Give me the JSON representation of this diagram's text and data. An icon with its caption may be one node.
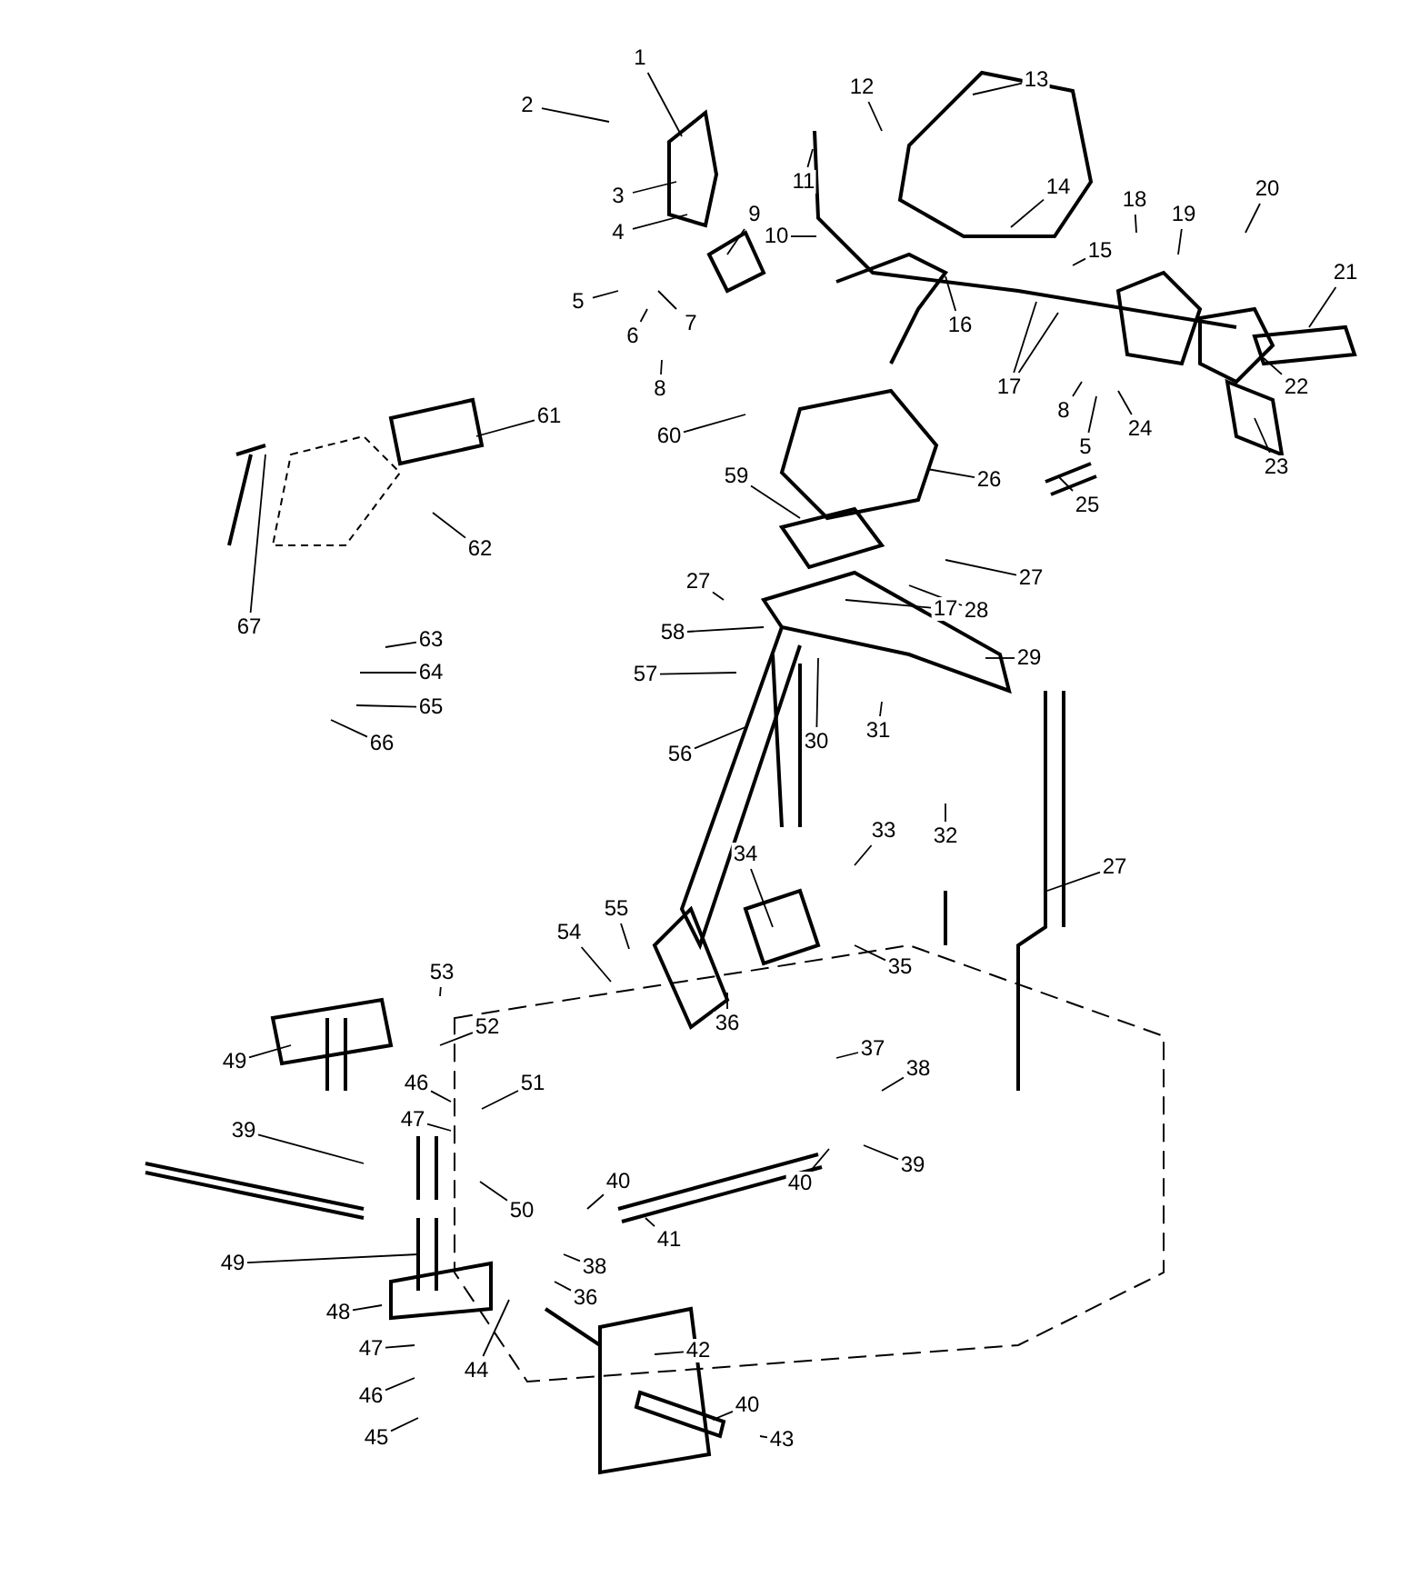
{
  "diagram": {
    "nodes": [
      {
        "text": [
          "1"
        ]
      },
      {
        "text": [
          "2"
        ]
      },
      {
        "text": [
          "13"
        ]
      },
      {
        "text": [
          "12"
        ]
      },
      {
        "text": [
          "11"
        ]
      },
      {
        "text": [
          "3"
        ]
      },
      {
        "text": [
          "20"
        ]
      },
      {
        "text": [
          "14"
        ]
      },
      {
        "text": [
          "18"
        ]
      },
      {
        "text": [
          "19"
        ]
      },
      {
        "text": [
          "9"
        ]
      },
      {
        "text": [
          "4"
        ]
      },
      {
        "text": [
          "10"
        ]
      },
      {
        "text": [
          "15"
        ]
      },
      {
        "text": [
          "21"
        ]
      },
      {
        "text": [
          "5"
        ]
      },
      {
        "text": [
          "7"
        ]
      },
      {
        "text": [
          "16"
        ]
      },
      {
        "text": [
          "6"
        ]
      },
      {
        "text": [
          "17"
        ]
      },
      {
        "text": [
          "8"
        ]
      },
      {
        "text": [
          "22"
        ]
      },
      {
        "text": [
          "8"
        ]
      },
      {
        "text": [
          "61"
        ]
      },
      {
        "text": [
          "60"
        ]
      },
      {
        "text": [
          "24"
        ]
      },
      {
        "text": [
          "5"
        ]
      },
      {
        "text": [
          "23"
        ]
      },
      {
        "text": [
          "26"
        ]
      },
      {
        "text": [
          "59"
        ]
      },
      {
        "text": [
          "25"
        ]
      },
      {
        "text": [
          "62"
        ]
      },
      {
        "text": [
          "27"
        ]
      },
      {
        "text": [
          "27"
        ]
      },
      {
        "text": [
          "28"
        ]
      },
      {
        "text": [
          "17"
        ]
      },
      {
        "text": [
          "67"
        ]
      },
      {
        "text": [
          "58"
        ]
      },
      {
        "text": [
          "63"
        ]
      },
      {
        "text": [
          "29"
        ]
      },
      {
        "text": [
          "64"
        ]
      },
      {
        "text": [
          "57"
        ]
      },
      {
        "text": [
          "65"
        ]
      },
      {
        "text": [
          "31"
        ]
      },
      {
        "text": [
          "30"
        ]
      },
      {
        "text": [
          "66"
        ]
      },
      {
        "text": [
          "56"
        ]
      },
      {
        "text": [
          "33"
        ]
      },
      {
        "text": [
          "32"
        ]
      },
      {
        "text": [
          "34"
        ]
      },
      {
        "text": [
          "27"
        ]
      },
      {
        "text": [
          "55"
        ]
      },
      {
        "text": [
          "54"
        ]
      },
      {
        "text": [
          "35"
        ]
      },
      {
        "text": [
          "53"
        ]
      },
      {
        "text": [
          "36"
        ]
      },
      {
        "text": [
          "52"
        ]
      },
      {
        "text": [
          "37"
        ]
      },
      {
        "text": [
          "49"
        ]
      },
      {
        "text": [
          "38"
        ]
      },
      {
        "text": [
          "46"
        ]
      },
      {
        "text": [
          "51"
        ]
      },
      {
        "text": [
          "47"
        ]
      },
      {
        "text": [
          "39"
        ]
      },
      {
        "text": [
          "39"
        ]
      },
      {
        "text": [
          "40"
        ]
      },
      {
        "text": [
          "40"
        ]
      },
      {
        "text": [
          "50"
        ]
      },
      {
        "text": [
          "41"
        ]
      },
      {
        "text": [
          "49"
        ]
      },
      {
        "text": [
          "38"
        ]
      },
      {
        "text": [
          "36"
        ]
      },
      {
        "text": [
          "48"
        ]
      },
      {
        "text": [
          "47"
        ]
      },
      {
        "text": [
          "42"
        ]
      },
      {
        "text": [
          "44"
        ]
      },
      {
        "text": [
          "46"
        ]
      },
      {
        "text": [
          "40"
        ]
      },
      {
        "text": [
          "45"
        ]
      },
      {
        "text": [
          "43"
        ]
      }
    ],
    "edges": [
      {
        "from": 0,
        "to": null,
        "arrow": "none"
      },
      {
        "from": 1,
        "to": null,
        "arrow": "none"
      },
      {
        "from": 2,
        "to": null,
        "arrow": "none"
      },
      {
        "from": 3,
        "to": null,
        "arrow": "none"
      },
      {
        "from": 4,
        "to": null,
        "arrow": "none"
      },
      {
        "from": 5,
        "to": null,
        "arrow": "none"
      },
      {
        "from": 6,
        "to": null,
        "arrow": "none"
      },
      {
        "from": 7,
        "to": null,
        "arrow": "none"
      },
      {
        "from": 8,
        "to": null,
        "arrow": "none"
      },
      {
        "from": 9,
        "to": null,
        "arrow": "none"
      },
      {
        "from": 10,
        "to": null,
        "arrow": "none"
      },
      {
        "from": 11,
        "to": null,
        "arrow": "none"
      },
      {
        "from": 12,
        "to": null,
        "arrow": "none"
      },
      {
        "from": 13,
        "to": null,
        "arrow": "none"
      },
      {
        "from": 14,
        "to": null,
        "arrow": "none"
      },
      {
        "from": 15,
        "to": null,
        "arrow": "none"
      },
      {
        "from": 16,
        "to": null,
        "arrow": "none"
      },
      {
        "from": 17,
        "to": null,
        "arrow": "none"
      },
      {
        "from": 18,
        "to": null,
        "arrow": "none"
      },
      {
        "from": 19,
        "to": null,
        "arrow": "none"
      },
      {
        "from": 19,
        "to": null,
        "arrow": "none"
      },
      {
        "from": 20,
        "to": null,
        "arrow": "none"
      },
      {
        "from": 21,
        "to": null,
        "arrow": "none"
      },
      {
        "from": 22,
        "to": null,
        "arrow": "none"
      },
      {
        "from": 23,
        "to": null,
        "arrow": "none"
      },
      {
        "from": 24,
        "to": null,
        "arrow": "none"
      },
      {
        "from": 25,
        "to": null,
        "arrow": "none"
      },
      {
        "from": 26,
        "to": null,
        "arrow": "none"
      },
      {
        "from": 27,
        "to": null,
        "arrow": "none"
      },
      {
        "from": 28,
        "to": null,
        "arrow": "none"
      },
      {
        "from": 29,
        "to": null,
        "arrow": "none"
      },
      {
        "from": 30,
        "to": null,
        "arrow": "none"
      },
      {
        "from": 31,
        "to": null,
        "arrow": "none"
      },
      {
        "from": 32,
        "to": null,
        "arrow": "none"
      },
      {
        "from": 33,
        "to": null,
        "arrow": "none"
      },
      {
        "from": 34,
        "to": null,
        "arrow": "none"
      },
      {
        "from": 35,
        "to": null,
        "arrow": "none"
      },
      {
        "from": 36,
        "to": null,
        "arrow": "none"
      },
      {
        "from": 37,
        "to": null,
        "arrow": "none"
      },
      {
        "from": 38,
        "to": null,
        "arrow": "none"
      },
      {
        "from": 39,
        "to": null,
        "arrow": "none"
      },
      {
        "from": 40,
        "to": null,
        "arrow": "none"
      },
      {
        "from": 41,
        "to": null,
        "arrow": "none"
      },
      {
        "from": 42,
        "to": null,
        "arrow": "none"
      },
      {
        "from": 43,
        "to": null,
        "arrow": "none"
      },
      {
        "from": 44,
        "to": null,
        "arrow": "none"
      },
      {
        "from": 45,
        "to": null,
        "arrow": "none"
      },
      {
        "from": 46,
        "to": null,
        "arrow": "none"
      },
      {
        "from": 47,
        "to": null,
        "arrow": "none"
      },
      {
        "from": 48,
        "to": null,
        "arrow": "none"
      },
      {
        "from": 49,
        "to": null,
        "arrow": "none"
      },
      {
        "from": 50,
        "to": null,
        "arrow": "none"
      },
      {
        "from": 51,
        "to": null,
        "arrow": "none"
      },
      {
        "from": 52,
        "to": null,
        "arrow": "none"
      },
      {
        "from": 53,
        "to": null,
        "arrow": "none"
      },
      {
        "from": 54,
        "to": null,
        "arrow": "none"
      },
      {
        "from": 55,
        "to": null,
        "arrow": "none"
      },
      {
        "from": 56,
        "to": null,
        "arrow": "none"
      },
      {
        "from": 57,
        "to": null,
        "arrow": "none"
      },
      {
        "from": 58,
        "to": null,
        "arrow": "none"
      },
      {
        "from": 59,
        "to": null,
        "arrow": "none"
      },
      {
        "from": 60,
        "to": null,
        "arrow": "none"
      },
      {
        "from": 61,
        "to": null,
        "arrow": "none"
      },
      {
        "from": 62,
        "to": null,
        "arrow": "none"
      },
      {
        "from": 63,
        "to": null,
        "arrow": "none"
      },
      {
        "from": 64,
        "to": null,
        "arrow": "none"
      },
      {
        "from": 65,
        "to": null,
        "arrow": "none"
      },
      {
        "from": 66,
        "to": null,
        "arrow": "none"
      },
      {
        "from": 67,
        "to": null,
        "arrow": "none"
      },
      {
        "from": 68,
        "to": null,
        "arrow": "none"
      },
      {
        "from": 69,
        "to": null,
        "arrow": "none"
      },
      {
        "from": 70,
        "to": null,
        "arrow": "none"
      },
      {
        "from": 71,
        "to": null,
        "arrow": "none"
      },
      {
        "from": 72,
        "to": null,
        "arrow": "none"
      },
      {
        "from": 73,
        "to": null,
        "arrow": "none"
      },
      {
        "from": 74,
        "to": null,
        "arrow": "none"
      },
      {
        "from": 75,
        "to": null,
        "arrow": "none"
      },
      {
        "from": 76,
        "to": null,
        "arrow": "none"
      },
      {
        "from": 77,
        "to": null,
        "arrow": "none"
      },
      {
        "from": 78,
        "to": null,
        "arrow": "none"
      },
      {
        "from": 79,
        "to": null,
        "arrow": "none"
      }
    ]
  }
}
